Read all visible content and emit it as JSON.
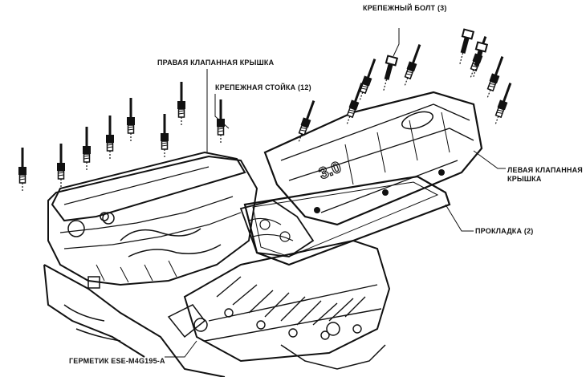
{
  "labels": {
    "right_valve_cover": "ПРАВАЯ КЛАПАННАЯ КРЫШКА",
    "mounting_stud": "КРЕПЕЖНАЯ СТОЙКА (12)",
    "mounting_bolt": "КРЕПЕЖНЫЙ БОЛТ (3)",
    "left_valve_cover": "ЛЕВАЯ КЛАПАННАЯ\nКРЫШКА",
    "gasket": "ПРОКЛАДКА (2)",
    "sealant": "ГЕРМЕТИК ESE-M4G195-A"
  },
  "cover_marking": "3.0"
}
